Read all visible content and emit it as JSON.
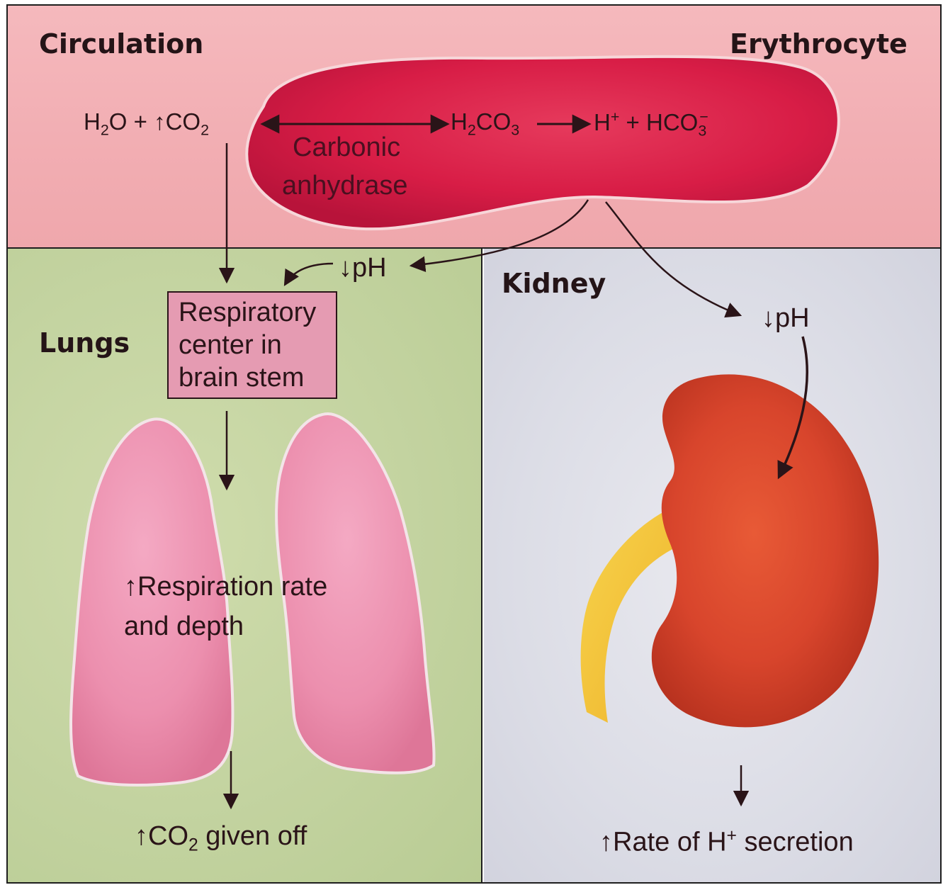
{
  "panels": {
    "circulation": "Circulation",
    "erythrocyte": "Erythrocyte",
    "lungs": "Lungs",
    "kidney": "Kidney"
  },
  "equation": {
    "water": "H",
    "water_sub": "2",
    "water_o": "O",
    "plus1": "+",
    "up_arrow": "↑",
    "co2": "CO",
    "co2_sub": "2",
    "carbonic_acid": "H",
    "carbonic_acid_sub1": "2",
    "carbonic_acid_mid": "CO",
    "carbonic_acid_sub2": "3",
    "proton": "H",
    "proton_sup": "+",
    "plus2": "+",
    "bicarbonate": "HCO",
    "bicarbonate_sub": "3",
    "bicarbonate_sup": "−"
  },
  "enzyme": {
    "line1": "Carbonic",
    "line2": "anhydrase"
  },
  "ph_labels": {
    "lungs_ph": "↓pH",
    "kidney_ph": "↓pH"
  },
  "respiratory_center": {
    "line1": "Respiratory",
    "line2": "center in",
    "line3": "brain stem"
  },
  "lungs_effect": {
    "line1": "↑Respiration rate",
    "line2": "and depth"
  },
  "lungs_result": {
    "prefix": "↑CO",
    "sub": "2",
    "suffix": " given off"
  },
  "kidney_result": {
    "prefix": "↑Rate of H",
    "sup": "+",
    "suffix": " secretion"
  },
  "colors": {
    "circulation_bg": "#f2aeb3",
    "erythrocyte": "#d81d46",
    "lungs_bg": "#c3d3a0",
    "lung_tissue": "#ec8fae",
    "kidney_bg": "#dcdde6",
    "kidney_tissue": "#d8452c",
    "ureter": "#f2c23a"
  }
}
